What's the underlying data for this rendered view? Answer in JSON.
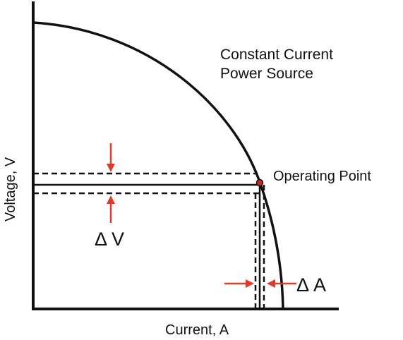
{
  "diagram": {
    "title_line1": "Constant Current",
    "title_line2": "Power Source",
    "operating_point_label": "Operating Point",
    "delta_v_label": "Δ V",
    "delta_a_label": "Δ A",
    "y_axis_label": "Voltage, V",
    "x_axis_label": "Current, A"
  },
  "colors": {
    "arrow": "#e03a2a",
    "operating_point_fill": "#cc2a20",
    "line": "#111111"
  }
}
